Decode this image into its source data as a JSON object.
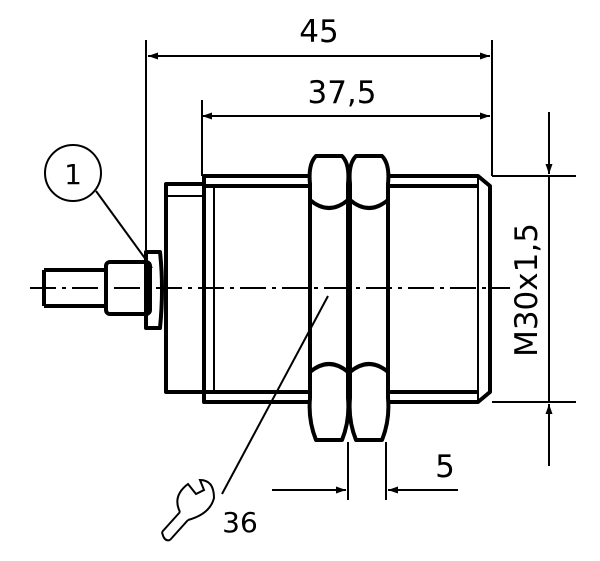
{
  "dimensions": {
    "overall_length": "45",
    "body_length": "37,5",
    "thread": "M30x1,5",
    "nut_width": "5",
    "wrench_size": "36"
  },
  "callout": {
    "number": "1"
  },
  "icons": {
    "wrench": "wrench-icon"
  }
}
